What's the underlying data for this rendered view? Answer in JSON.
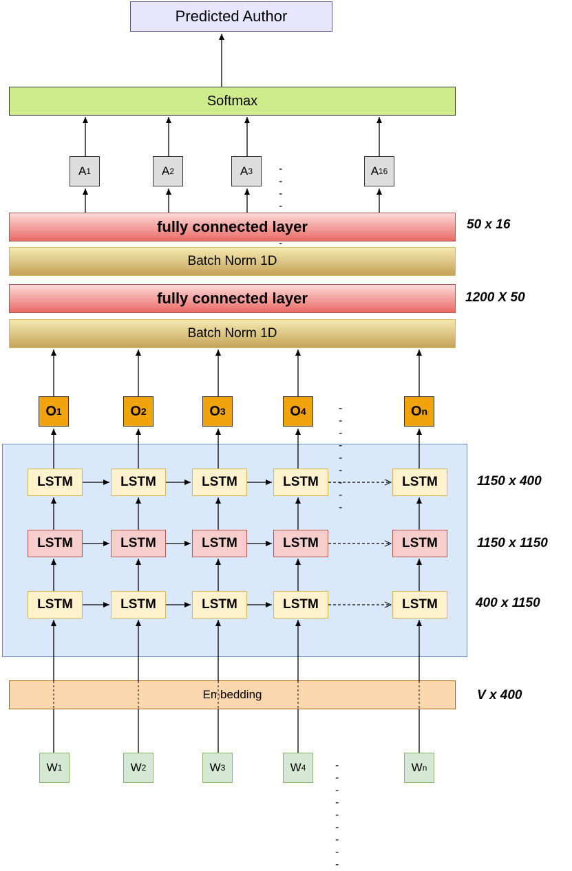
{
  "predicted_author": "Predicted Author",
  "softmax": "Softmax",
  "outputs": [
    {
      "letter": "A",
      "sub": "1"
    },
    {
      "letter": "A",
      "sub": "2"
    },
    {
      "letter": "A",
      "sub": "3"
    },
    {
      "letter": "A",
      "sub": "16"
    }
  ],
  "fc_top": "fully connected layer",
  "bn_top": "Batch Norm 1D",
  "fc_bottom": "fully connected layer",
  "bn_bottom": "Batch Norm 1D",
  "lstm_outputs": [
    {
      "letter": "O",
      "sub": "1"
    },
    {
      "letter": "O",
      "sub": "2"
    },
    {
      "letter": "O",
      "sub": "3"
    },
    {
      "letter": "O",
      "sub": "4"
    },
    {
      "letter": "O",
      "sub": "n"
    }
  ],
  "lstm_label": "LSTM",
  "embedding": "Embedding",
  "words": [
    {
      "letter": "W",
      "sub": "1"
    },
    {
      "letter": "W",
      "sub": "2"
    },
    {
      "letter": "W",
      "sub": "3"
    },
    {
      "letter": "W",
      "sub": "4"
    },
    {
      "letter": "W",
      "sub": "n"
    }
  ],
  "dims": {
    "fc_top": "50 x 16",
    "fc_bottom": "1200 X 50",
    "lstm_top": "1150 x 400",
    "lstm_mid": "1150 x 1150",
    "lstm_bot": "400 x 1150",
    "embedding": "V x 400"
  },
  "ellipsis": "---------"
}
